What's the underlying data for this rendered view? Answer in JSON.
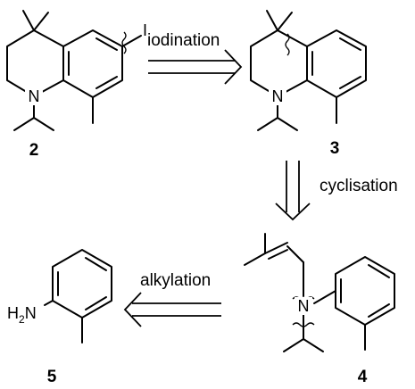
{
  "steps": {
    "iodination": "iodination",
    "cyclisation": "cyclisation",
    "alkylation": "alkylation"
  },
  "compounds": {
    "c2": "2",
    "c3": "3",
    "c4": "4",
    "c5": "5"
  },
  "atoms": {
    "iodine": "I",
    "nitrogen": "N",
    "amine_h": "H",
    "amine_sub": "2",
    "amine_n": "N"
  },
  "colors": {
    "ink": "#000000",
    "background": "#ffffff"
  }
}
